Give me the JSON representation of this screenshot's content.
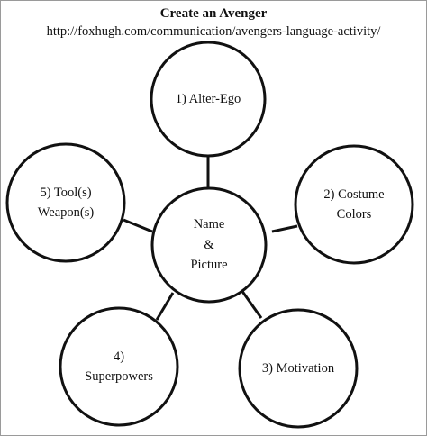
{
  "header": {
    "title": "Create an Avenger",
    "url": "http://foxhugh.com/communication/avengers-language-activity/"
  },
  "diagram": {
    "center": {
      "lines": [
        "Name",
        "&",
        "Picture"
      ]
    },
    "nodes": [
      {
        "id": "alter-ego",
        "lines": [
          "1) Alter-Ego"
        ]
      },
      {
        "id": "costume-colors",
        "lines": [
          "2) Costume",
          "Colors"
        ]
      },
      {
        "id": "motivation",
        "lines": [
          "3) Motivation"
        ]
      },
      {
        "id": "superpowers",
        "lines": [
          "4)",
          "Superpowers"
        ]
      },
      {
        "id": "tool-weapon",
        "lines": [
          "5) Tool(s)",
          "Weapon(s)"
        ]
      }
    ],
    "colors": {
      "stroke": "#111111",
      "fill": "#ffffff"
    }
  }
}
